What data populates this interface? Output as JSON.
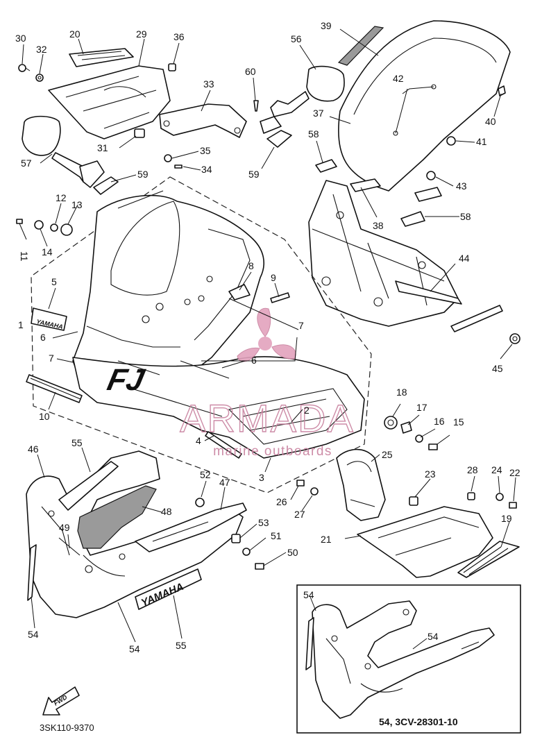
{
  "diagram": {
    "labels": [
      "30",
      "32",
      "20",
      "29",
      "36",
      "33",
      "60",
      "56",
      "39",
      "37",
      "42",
      "40",
      "41",
      "31",
      "35",
      "34",
      "57",
      "59",
      "59",
      "58",
      "43",
      "38",
      "58",
      "12",
      "13",
      "11",
      "14",
      "5",
      "8",
      "9",
      "1",
      "6",
      "7",
      "44",
      "7",
      "6",
      "10",
      "2",
      "18",
      "17",
      "16",
      "15",
      "45",
      "4",
      "3",
      "46",
      "55",
      "52",
      "47",
      "25",
      "23",
      "28",
      "24",
      "22",
      "26",
      "27",
      "48",
      "49",
      "53",
      "51",
      "21",
      "19",
      "50",
      "54",
      "54",
      "55",
      "54",
      "54"
    ],
    "watermark": {
      "brand": "ARMADA",
      "subtitle": "marine outboards"
    },
    "logos": {
      "yamaha_small": "YAMAHA",
      "yamaha_large": "YAMAHA",
      "fj": "FJ",
      "fwd": "FWD"
    },
    "footer_code": "3SK110-9370",
    "inset_caption": "54, 3CV-28301-10"
  }
}
